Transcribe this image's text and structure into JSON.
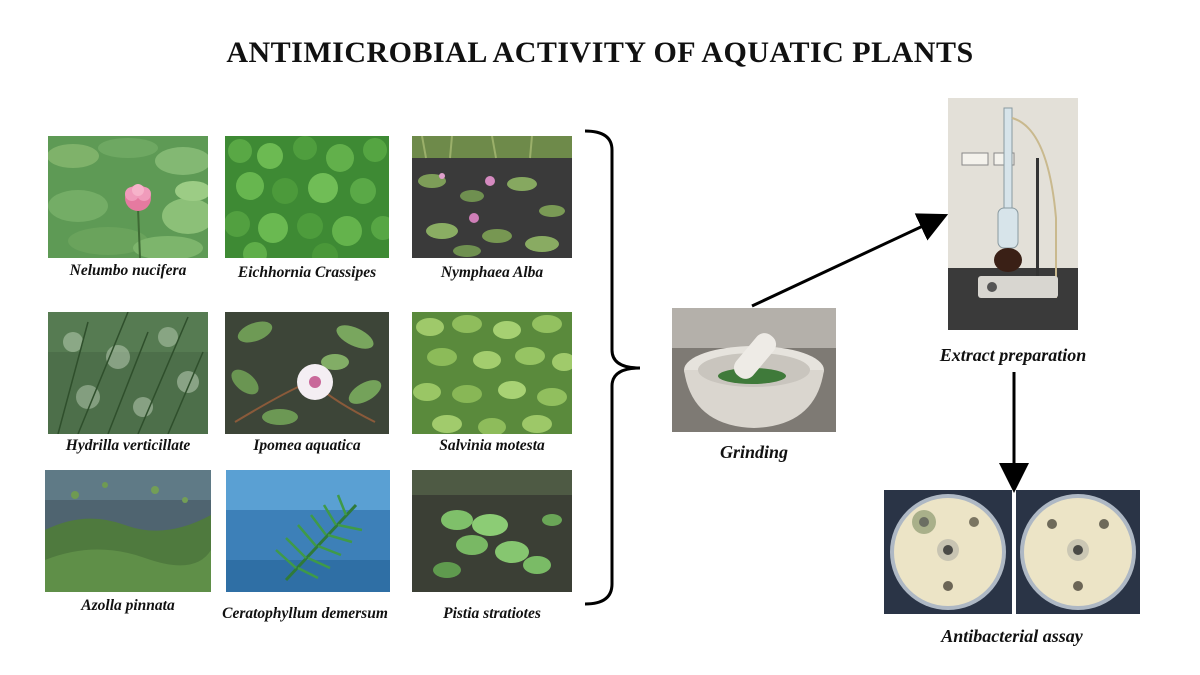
{
  "title": "ANTIMICROBIAL ACTIVITY OF AQUATIC PLANTS",
  "plants": [
    {
      "name": "Nelumbo nucifera",
      "icon": "lotus-photo"
    },
    {
      "name": "Eichhornia  Crassipes",
      "icon": "water-hyacinth-photo"
    },
    {
      "name": "Nymphaea Alba",
      "icon": "water-lily-pond-photo"
    },
    {
      "name": "Hydrilla verticillate",
      "icon": "hydrilla-photo"
    },
    {
      "name": "Ipomea aquatica",
      "icon": "water-spinach-flower-photo"
    },
    {
      "name": "Salvinia motesta",
      "icon": "salvinia-photo"
    },
    {
      "name": "Azolla pinnata",
      "icon": "azolla-photo"
    },
    {
      "name": "Ceratophyllum demersum",
      "icon": "ceratophyllum-photo"
    },
    {
      "name": "Pistia stratiotes",
      "icon": "water-lettuce-photo"
    }
  ],
  "steps": {
    "grinding": "Grinding",
    "extract": "Extract preparation",
    "assay": "Antibacterial assay"
  }
}
